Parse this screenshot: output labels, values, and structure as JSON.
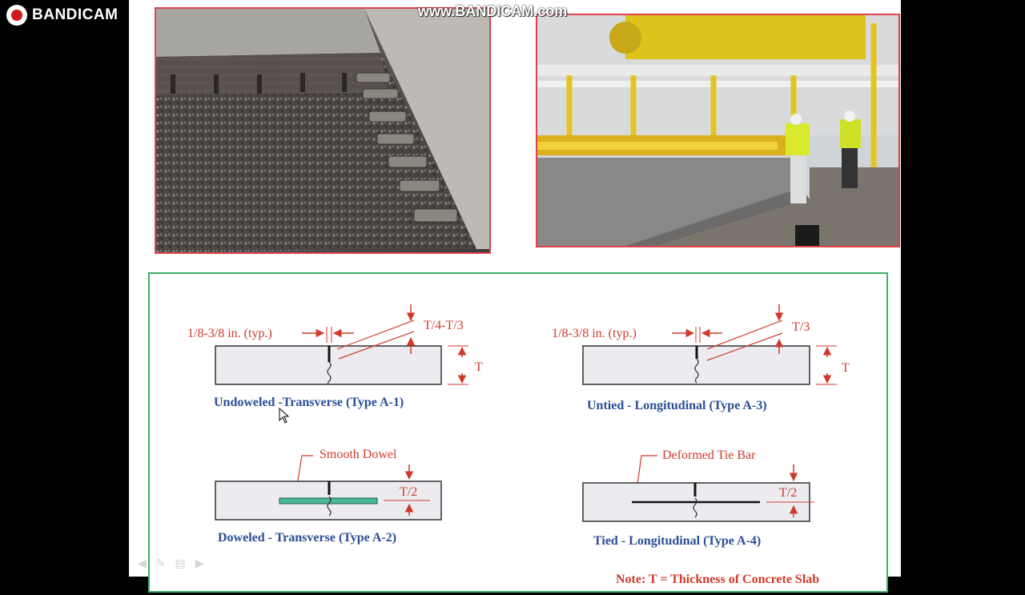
{
  "recorder": {
    "logo_text": "BANDICAM",
    "watermark": "www.BANDICAM.com"
  },
  "diagram": {
    "a1": {
      "caption": "Undoweled -Transverse (Type A-1)",
      "dim_label": "1/8-3/8 in. (typ.)",
      "depth_label": "T/4-T/3",
      "thickness_label": "T"
    },
    "a3": {
      "caption": "Untied - Longitudinal (Type A-3)",
      "dim_label": "1/8-3/8 in. (typ.)",
      "depth_label": "T/3",
      "thickness_label": "T"
    },
    "a2": {
      "caption": "Doweled - Transverse (Type A-2)",
      "bar_label": "Smooth Dowel",
      "depth_label": "T/2"
    },
    "a4": {
      "caption": "Tied - Longitudinal (Type A-4)",
      "bar_label": "Deformed Tie Bar",
      "depth_label": "T/2"
    },
    "note_partial": "Note: T = Thickness of Concrete Slab"
  },
  "colors": {
    "dim_red": "#d13a2a",
    "caption_blue": "#2a4e96",
    "dowel_green": "#4cb89a",
    "frame_green": "#3bb26a",
    "photo_border": "#e0414a"
  },
  "icons": [
    "record-icon",
    "cursor-icon",
    "prev-slide-icon",
    "pen-icon",
    "menu-icon",
    "next-slide-icon"
  ]
}
